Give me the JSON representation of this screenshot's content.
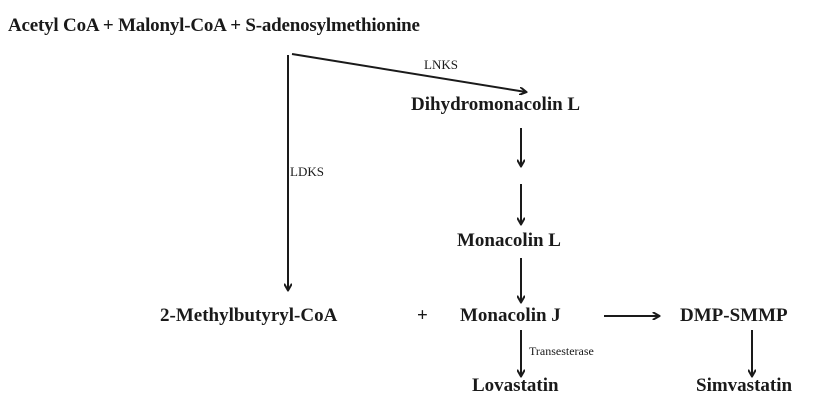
{
  "nodes": {
    "substrates": "Acetyl CoA + Malonyl-CoA + S-adenosylmethionine",
    "dihydromonacolin_l": "Dihydromonacolin L",
    "monacolin_l": "Monacolin L",
    "methylbutyryl_coa": "2-Methylbutyryl-CoA",
    "plus": "+",
    "monacolin_j": "Monacolin J",
    "dmp_smmp": "DMP-SMMP",
    "lovastatin": "Lovastatin",
    "simvastatin": "Simvastatin"
  },
  "enzymes": {
    "lnks": "LNKS",
    "ldks": "LDKS",
    "transesterase": "Transesterase"
  },
  "colors": {
    "text": "#1a1a1a",
    "arrow": "#1a1a1a",
    "background": "#ffffff"
  }
}
